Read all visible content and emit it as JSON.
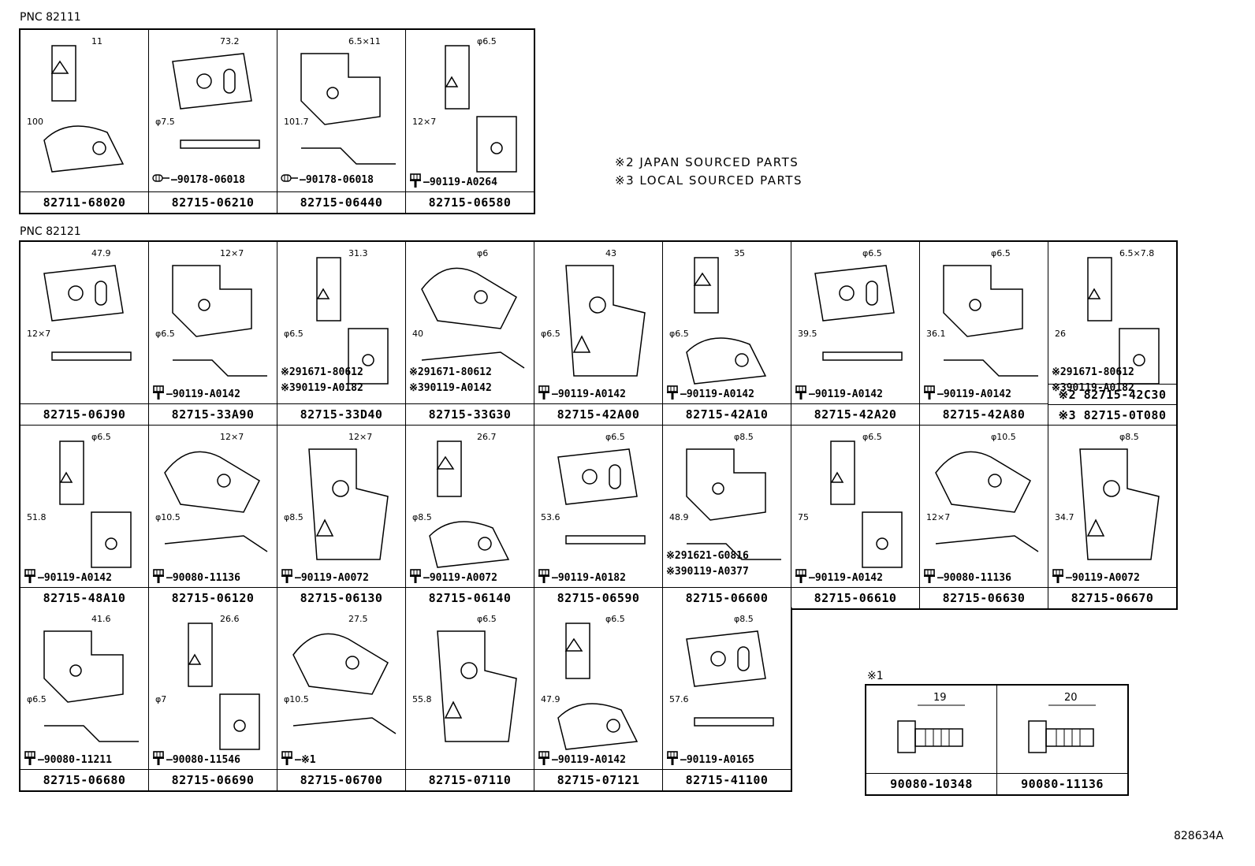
{
  "pnc_1": "PNC 82111",
  "pnc_2": "PNC 82121",
  "legend": {
    "line1": "※2 JAPAN SOURCED PARTS",
    "line2": "※3 LOCAL SOURCED PARTS"
  },
  "ref1_label": "※1",
  "doc_number": "828634A",
  "group1": [
    {
      "part": "82711-68020",
      "fastener": "",
      "dims": [
        "11",
        "100"
      ]
    },
    {
      "part": "82715-06210",
      "fastener": "90178-06018",
      "dims": [
        "73.2",
        "φ7.5"
      ]
    },
    {
      "part": "82715-06440",
      "fastener": "90178-06018",
      "dims": [
        "6.5×11",
        "101.7"
      ]
    },
    {
      "part": "82715-06580",
      "fastener": "90119-A0264",
      "dims": [
        "φ6.5",
        "12×7"
      ]
    }
  ],
  "row1": [
    {
      "part": "82715-06J90",
      "fastener": "",
      "dims": [
        "47.9",
        "12×7"
      ]
    },
    {
      "part": "82715-33A90",
      "fastener": "90119-A0142",
      "dims": [
        "12×7",
        "φ6.5"
      ]
    },
    {
      "part": "82715-33D40",
      "fastener": "",
      "dims": [
        "31.3",
        "φ6.5"
      ],
      "dual": [
        "※291671-80612",
        "※390119-A0182"
      ]
    },
    {
      "part": "82715-33G30",
      "fastener": "",
      "dims": [
        "φ6",
        "40"
      ],
      "dual": [
        "※291671-80612",
        "※390119-A0142"
      ]
    },
    {
      "part": "82715-42A00",
      "fastener": "90119-A0142",
      "dims": [
        "43",
        "φ6.5"
      ]
    },
    {
      "part": "82715-42A10",
      "fastener": "90119-A0142",
      "dims": [
        "35",
        "φ6.5"
      ]
    },
    {
      "part": "82715-42A20",
      "fastener": "90119-A0142",
      "dims": [
        "φ6.5",
        "39.5"
      ]
    },
    {
      "part": "82715-42A80",
      "fastener": "90119-A0142",
      "dims": [
        "φ6.5",
        "36.1"
      ]
    },
    {
      "part": "",
      "fastener": "",
      "dims": [
        "6.5×7.8",
        "26"
      ],
      "dual": [
        "※291671-80612",
        "※390119-A0182"
      ],
      "parts2": [
        "※2 82715-42C30",
        "※3 82715-0T080"
      ]
    }
  ],
  "row2": [
    {
      "part": "82715-48A10",
      "fastener": "90119-A0142",
      "dims": [
        "φ6.5",
        "51.8"
      ]
    },
    {
      "part": "82715-06120",
      "fastener": "90080-11136",
      "dims": [
        "12×7",
        "φ10.5"
      ]
    },
    {
      "part": "82715-06130",
      "fastener": "90119-A0072",
      "dims": [
        "12×7",
        "φ8.5"
      ]
    },
    {
      "part": "82715-06140",
      "fastener": "90119-A0072",
      "dims": [
        "26.7",
        "φ8.5"
      ]
    },
    {
      "part": "82715-06590",
      "fastener": "90119-A0182",
      "dims": [
        "φ6.5",
        "53.6"
      ]
    },
    {
      "part": "82715-06600",
      "fastener": "",
      "dims": [
        "φ8.5",
        "48.9"
      ],
      "dual": [
        "※291621-G0816",
        "※390119-A0377"
      ]
    },
    {
      "part": "82715-06610",
      "fastener": "90119-A0142",
      "dims": [
        "φ6.5",
        "75"
      ]
    },
    {
      "part": "82715-06630",
      "fastener": "90080-11136",
      "dims": [
        "φ10.5",
        "12×7"
      ]
    },
    {
      "part": "82715-06670",
      "fastener": "90119-A0072",
      "dims": [
        "φ8.5",
        "34.7"
      ]
    }
  ],
  "row3": [
    {
      "part": "82715-06680",
      "fastener": "90080-11211",
      "dims": [
        "41.6",
        "φ6.5"
      ]
    },
    {
      "part": "82715-06690",
      "fastener": "90080-11546",
      "dims": [
        "26.6",
        "φ7"
      ]
    },
    {
      "part": "82715-06700",
      "fastener": "※1",
      "dims": [
        "27.5",
        "φ10.5"
      ]
    },
    {
      "part": "82715-07110",
      "fastener": "",
      "dims": [
        "φ6.5",
        "55.8"
      ]
    },
    {
      "part": "82715-07121",
      "fastener": "90119-A0142",
      "dims": [
        "φ6.5",
        "47.9"
      ]
    },
    {
      "part": "82715-41100",
      "fastener": "90119-A0165",
      "dims": [
        "φ8.5",
        "57.6"
      ]
    }
  ],
  "bolts": [
    {
      "part": "90080-10348",
      "dim": "19"
    },
    {
      "part": "90080-11136",
      "dim": "20"
    }
  ]
}
